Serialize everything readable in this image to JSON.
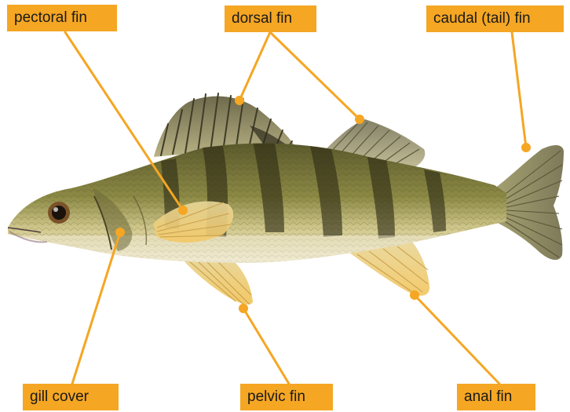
{
  "labels": {
    "pectoral_fin": "pectoral fin",
    "dorsal_fin": "dorsal fin",
    "caudal_fin": "caudal (tail) fin",
    "gill_cover": "gill cover",
    "pelvic_fin": "pelvic fin",
    "anal_fin": "anal fin"
  },
  "colors": {
    "label_bg": "#f5a623",
    "leader_line": "#f5a623",
    "label_text": "#1a1a1a"
  }
}
